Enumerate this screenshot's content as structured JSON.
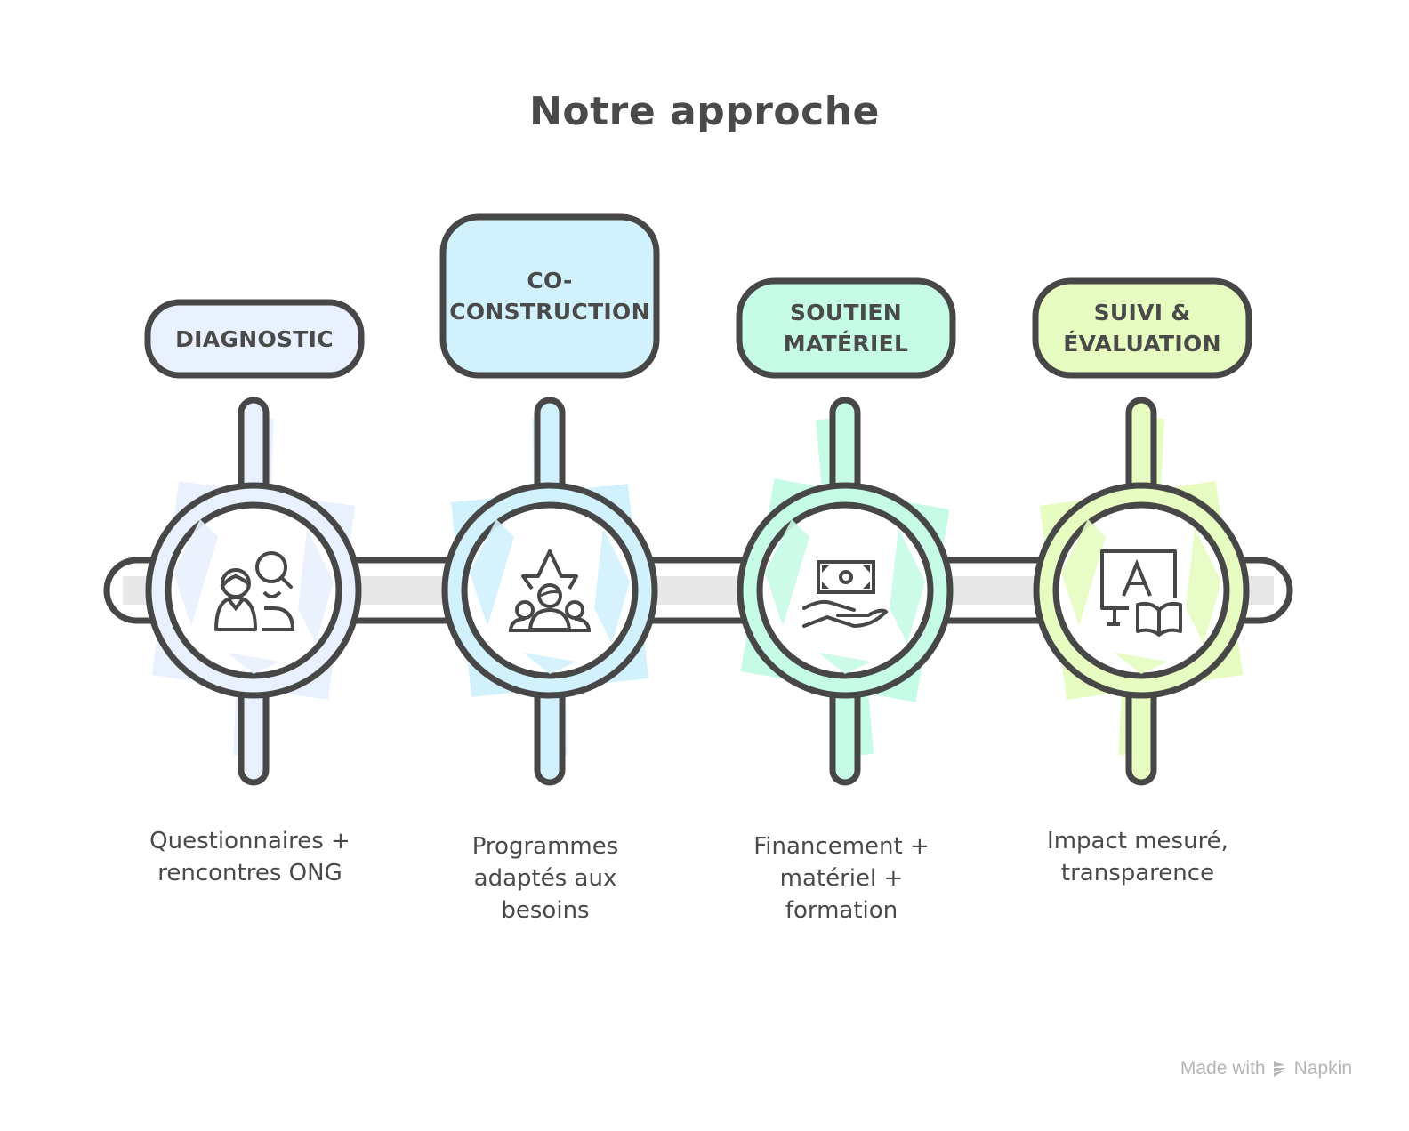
{
  "title": "Notre approche",
  "colors": {
    "stroke": "#474747",
    "bar_fill": "#e8e8e8",
    "text": "#4a4a4a",
    "footer_text": "#b5b5b5"
  },
  "steps": [
    {
      "label": "DIAGNOSTIC",
      "description": "Questionnaires +\nrencontres ONG",
      "icon": "people-search-icon",
      "accent": "#e9f1fe"
    },
    {
      "label": "CO-\nCONSTRUCTION",
      "description": "Programmes\nadaptés aux\nbesoins",
      "icon": "group-growth-arrow-icon",
      "accent": "#d1f2fd"
    },
    {
      "label": "SOUTIEN\nMATÉRIEL",
      "description": "Financement +\nmatériel +\nformation",
      "icon": "money-hand-icon",
      "accent": "#c6fbe5"
    },
    {
      "label": "SUIVI &\nÉVALUATION",
      "description": "Impact mesuré,\ntransparence",
      "icon": "monitor-book-icon",
      "accent": "#e6fcc1"
    }
  ],
  "footer": {
    "prefix": "Made with",
    "brand": "Napkin",
    "icon": "napkin-logo-icon"
  }
}
